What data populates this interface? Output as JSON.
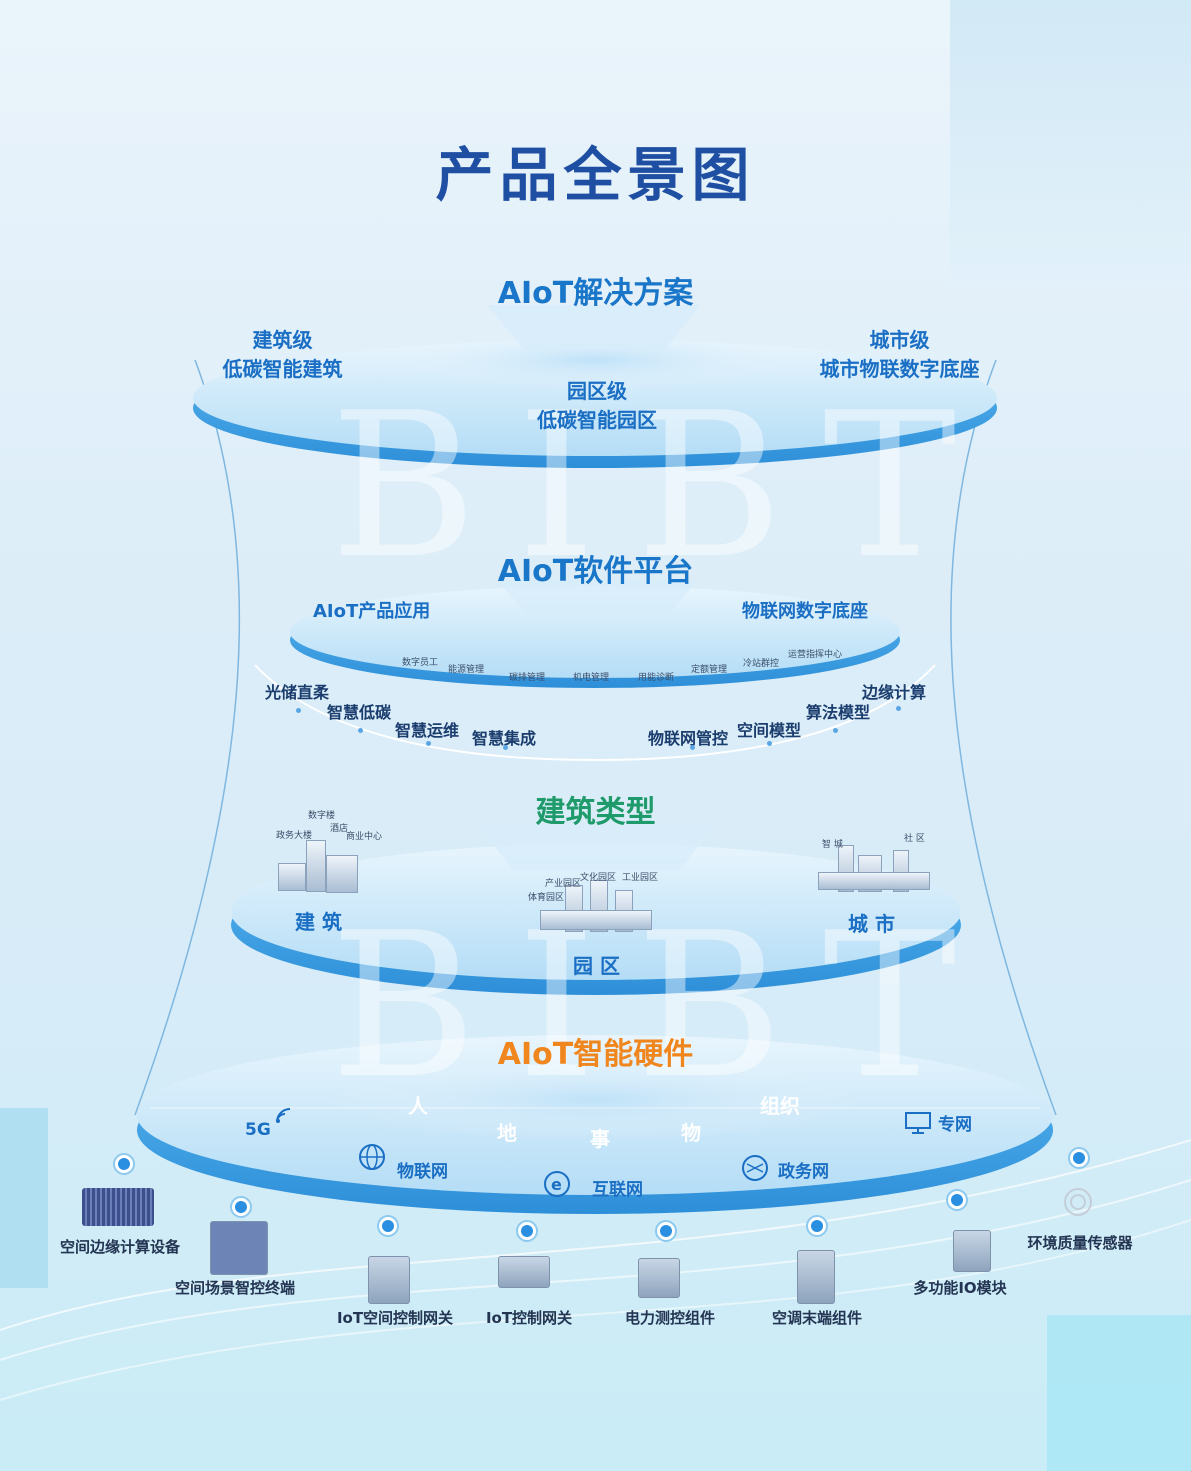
{
  "title": "产品全景图",
  "watermark": "BIBT",
  "layers": {
    "solution": {
      "title": "AIoT解决方案",
      "color": "#1a76c8",
      "items": [
        {
          "line1": "建筑级",
          "line2": "低碳智能建筑"
        },
        {
          "line1": "园区级",
          "line2": "低碳智能园区"
        },
        {
          "line1": "城市级",
          "line2": "城市物联数字底座"
        }
      ]
    },
    "software": {
      "title": "AIoT软件平台",
      "color": "#1a76c8",
      "left": "AIoT产品应用",
      "right": "物联网数字底座",
      "modules": [
        "数字员工",
        "能源管理",
        "碳排管理",
        "机电管理",
        "用能诊断",
        "定额管理",
        "冷站群控",
        "运营指挥中心"
      ],
      "capabilities_left": [
        "光储直柔",
        "智慧低碳",
        "智慧运维",
        "智慧集成"
      ],
      "capabilities_right": [
        "边缘计算",
        "算法模型",
        "空间模型",
        "物联网管控"
      ]
    },
    "building": {
      "title": "建筑类型",
      "color": "#1f9a6a",
      "types": [
        "建 筑",
        "园 区",
        "城 市"
      ],
      "building_tags": [
        "数字楼",
        "政务大楼",
        "酒店",
        "商业中心"
      ],
      "park_tags": [
        "文化园区",
        "产业园区",
        "工业园区",
        "体育园区"
      ],
      "city_tags": [
        "智 城",
        "社 区"
      ]
    },
    "hardware": {
      "title": "AIoT智能硬件",
      "color": "#f0861e",
      "elements": [
        "人",
        "地",
        "事",
        "物",
        "组织"
      ],
      "networks": [
        "5G",
        "物联网",
        "互联网",
        "政务网",
        "专网"
      ]
    }
  },
  "devices": [
    "空间边缘计算设备",
    "空间场景智控终端",
    "IoT空间控制网关",
    "IoT控制网关",
    "电力测控组件",
    "空调末端组件",
    "多功能IO模块",
    "环境质量传感器"
  ]
}
